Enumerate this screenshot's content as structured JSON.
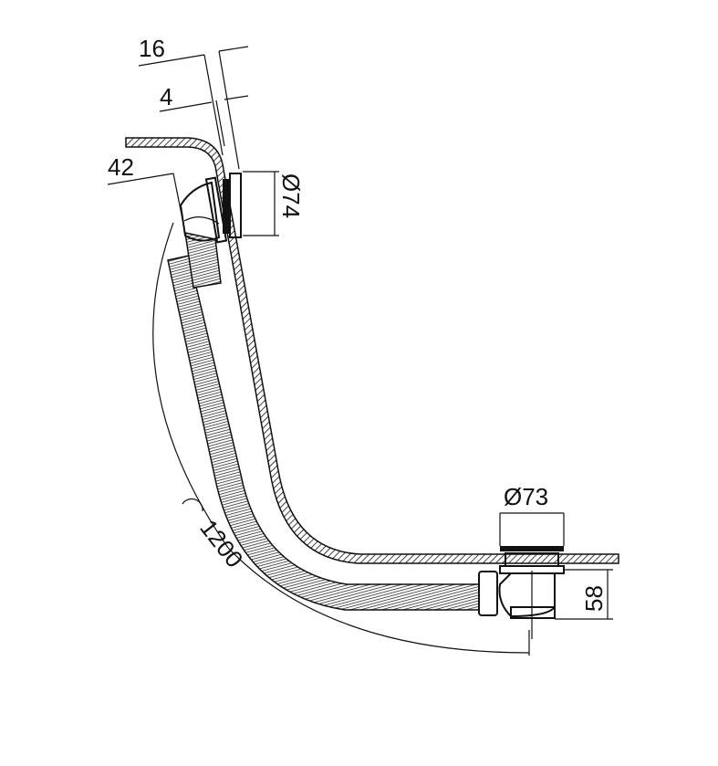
{
  "drawing": {
    "title": "Bath overflow and waste set",
    "dimensions": {
      "overflow_offset_outer": "16",
      "overflow_offset_inner": "4",
      "overflow_depth": "42",
      "overflow_diameter": "Ø74",
      "waste_diameter": "Ø73",
      "waste_height": "58",
      "hose_length": "1200"
    }
  }
}
